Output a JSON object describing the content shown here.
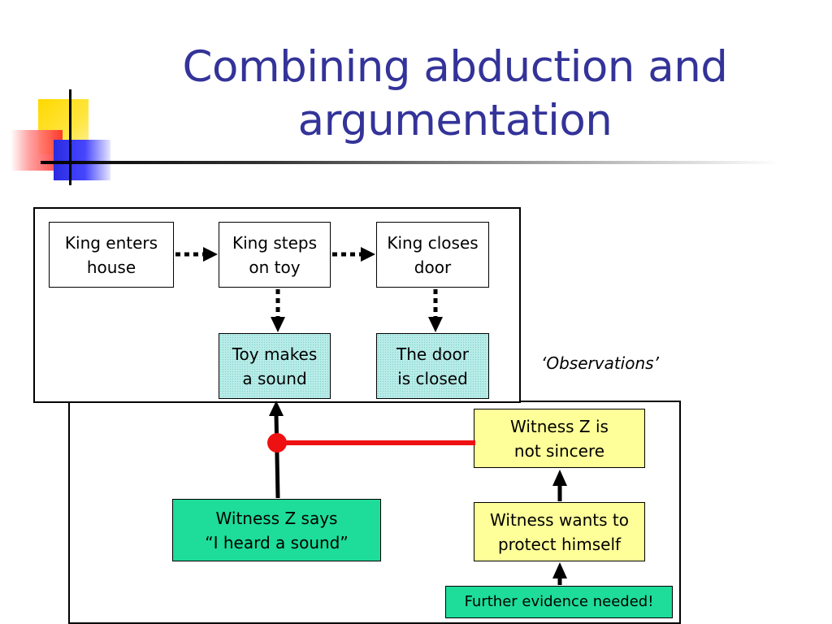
{
  "slide": {
    "title_line1": "Combining abduction and",
    "title_line2": "argumentation"
  },
  "diagram": {
    "nodes": {
      "king_enters": "King enters\nhouse",
      "king_steps": "King steps\non toy",
      "king_closes": "King closes\ndoor",
      "toy_sound": "Toy makes\na sound",
      "door_closed": "The door\nis closed",
      "witness_not_sincere": "Witness Z is\nnot sincere",
      "witness_says": "Witness Z says\n“I heard a sound”",
      "witness_protect": "Witness wants to\nprotect himself",
      "further_evidence": "Further evidence needed!"
    },
    "observations_label": "‘Observations’",
    "colors": {
      "title": "#333399",
      "observation_fill": "#b8ece8",
      "counter_argument_fill": "#ffff99",
      "evidence_fill": "#1edc9a",
      "attack_line": "#ee1111"
    }
  }
}
